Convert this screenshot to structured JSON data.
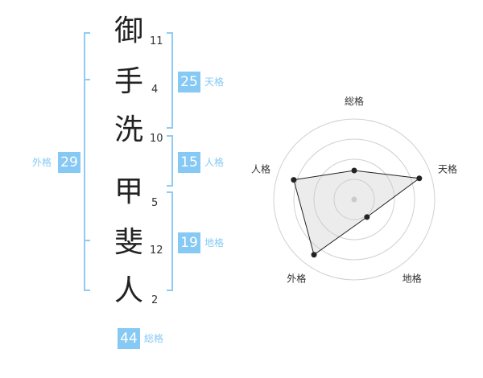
{
  "chars": [
    {
      "char": "御",
      "strokes": "11"
    },
    {
      "char": "手",
      "strokes": "4"
    },
    {
      "char": "洗",
      "strokes": "10"
    },
    {
      "char": "甲",
      "strokes": "5"
    },
    {
      "char": "斐",
      "strokes": "12"
    },
    {
      "char": "人",
      "strokes": "2"
    }
  ],
  "kakusu": {
    "tenkaku": {
      "value": "25",
      "label": "天格"
    },
    "jinkaku": {
      "value": "15",
      "label": "人格"
    },
    "chikaku": {
      "value": "19",
      "label": "地格"
    },
    "gaikaku": {
      "value": "29",
      "label": "外格"
    },
    "soukaku": {
      "value": "44",
      "label": "総格"
    }
  },
  "colors": {
    "accent": "#86c9f4",
    "bracket": "#8fcbf3",
    "text": "#222222"
  },
  "chart_data": {
    "type": "radar",
    "axes": [
      "総格",
      "天格",
      "地格",
      "外格",
      "人格"
    ],
    "values": [
      0.36,
      0.85,
      0.27,
      0.85,
      0.79
    ],
    "range": [
      0,
      1
    ],
    "rings": 4
  }
}
